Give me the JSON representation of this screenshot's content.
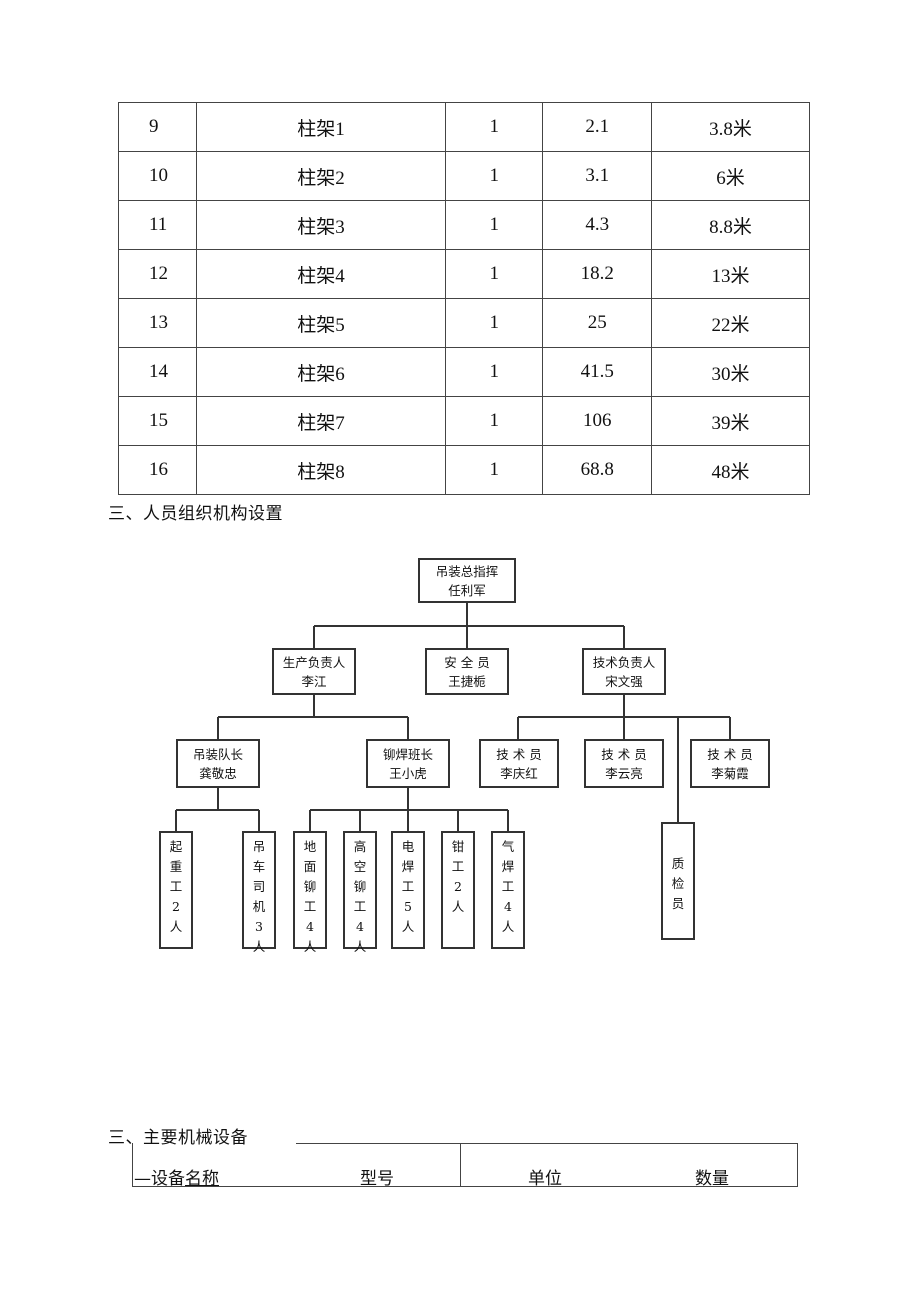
{
  "table": {
    "rows": [
      [
        "9",
        "柱架1",
        "1",
        "2.1",
        "3.8米"
      ],
      [
        "10",
        "柱架2",
        "1",
        "3.1",
        "6米"
      ],
      [
        "11",
        "柱架3",
        "1",
        "4.3",
        "8.8米"
      ],
      [
        "12",
        "柱架4",
        "1",
        "18.2",
        "13米"
      ],
      [
        "13",
        "柱架5",
        "1",
        "25",
        "22米"
      ],
      [
        "14",
        "柱架6",
        "1",
        "41.5",
        "30米"
      ],
      [
        "15",
        "柱架7",
        "1",
        "106",
        "39米"
      ],
      [
        "16",
        "柱架8",
        "1",
        "68.8",
        "48米"
      ]
    ]
  },
  "section_org": {
    "title": "三、人员组织机构设置"
  },
  "org": {
    "chief": {
      "role": "吊装总指挥",
      "name": "任利军"
    },
    "production": {
      "role": "生产负责人",
      "name": "李江"
    },
    "safety": {
      "role": "安 全 员",
      "name": "王捷栀"
    },
    "technical": {
      "role": "技术负责人",
      "name": "宋文强"
    },
    "hoist_leader": {
      "role": "吊装队长",
      "name": "龚敬忠"
    },
    "weld_leader": {
      "role": "铆焊班长",
      "name": "王小虎"
    },
    "tech1": {
      "role": "技 术 员",
      "name": "李庆红"
    },
    "tech2": {
      "role": "技 术 员",
      "name": "李云亮"
    },
    "tech3": {
      "role": "技 术 员",
      "name": "李菊霞"
    },
    "workers": [
      "起重工2人",
      "吊车司机3人",
      "地面铆工4人",
      "高空铆工4人",
      "电焊工5人",
      "钳工2人",
      "气焊工4人"
    ],
    "qc": "质检员"
  },
  "section_equip": {
    "title": "三、主要机械设备"
  },
  "equip": {
    "col_name_prefix": "—设备",
    "col_name_underlined": "名称",
    "col_model": "型号",
    "col_unit": "单位",
    "col_qty": "数量"
  }
}
